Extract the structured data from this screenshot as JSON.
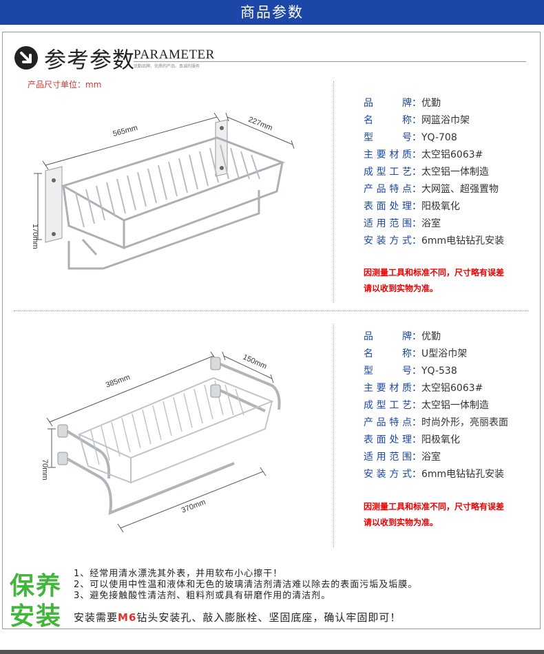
{
  "banner": {
    "title": "商品参数"
  },
  "header": {
    "title": "参考参数",
    "title_en": "PARAMETER",
    "subtitle": "优勤品牌、优质的产品、真诚的服务",
    "unit_label": "产品尺寸单位：mm"
  },
  "products": [
    {
      "dims": {
        "length": "565mm",
        "depth": "227mm",
        "height": "170mm"
      },
      "specs": [
        {
          "key": "品　牌",
          "value": "优勤"
        },
        {
          "key": "名　称",
          "value": "网篮浴巾架"
        },
        {
          "key": "型　号",
          "value": "YQ-708"
        },
        {
          "key": "主要材质",
          "value": "太空铝6063#"
        },
        {
          "key": "成型工艺",
          "value": "太空铝一体制造"
        },
        {
          "key": "产品特点",
          "value": "大网篮、超强置物"
        },
        {
          "key": "表面处理",
          "value": "阳极氧化"
        },
        {
          "key": "适用范围",
          "value": "浴室"
        },
        {
          "key": "安装方式",
          "value": "6mm电钻钻孔安装"
        }
      ],
      "note": [
        "因测量工具和标准不同，尺寸略有误差",
        "请以收到实物为准。"
      ]
    },
    {
      "dims": {
        "length": "385mm",
        "depth": "150mm",
        "height": "70mm",
        "bottom": "370mm"
      },
      "specs": [
        {
          "key": "品　牌",
          "value": "优勤"
        },
        {
          "key": "名　称",
          "value": "U型浴巾架"
        },
        {
          "key": "型　号",
          "value": "YQ-538"
        },
        {
          "key": "主要材质",
          "value": "太空铝6063#"
        },
        {
          "key": "成型工艺",
          "value": "太空铝一体制造"
        },
        {
          "key": "产品特点",
          "value": "时尚外形，亮丽表面"
        },
        {
          "key": "表面处理",
          "value": "阳极氧化"
        },
        {
          "key": "适用范围",
          "value": "浴室"
        },
        {
          "key": "安装方式",
          "value": "6mm电钻钻孔安装"
        }
      ],
      "note": [
        "因测量工具和标准不同，尺寸略有误差",
        "请以收到实物为准。"
      ]
    }
  ],
  "care": {
    "label_care": "保养",
    "label_install": "安装",
    "items": [
      "1、经常用清水漂洗其外表，并用软布小心擦干！",
      "2、可以使用中性温和液体和无色的玻璃清洁剂清洁难以除去的表面污垢及垢膜。",
      "3、避免接触酸性清洁剂、粗料剂或具有研磨作用的清洁剂。"
    ],
    "install_pre": "安装需要",
    "install_hl": "M6",
    "install_post": "钻头安装孔、敲入膨胀栓、坚固底座，确认牢固即可！"
  },
  "colors": {
    "brand_blue": "#1c46a8",
    "red": "#e5322d",
    "green": "#43b53a"
  }
}
